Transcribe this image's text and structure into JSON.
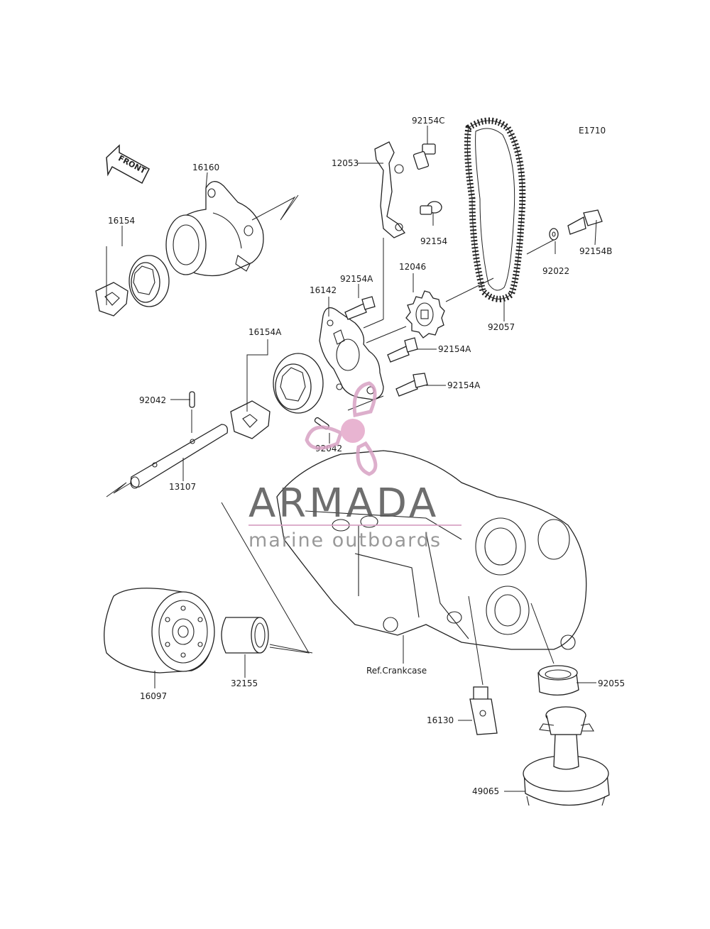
{
  "diagram": {
    "code": "E1710",
    "front_label": "FRONT",
    "ref_label": "Ref.Crankcase",
    "parts": [
      {
        "id": "p16160",
        "label": "16160"
      },
      {
        "id": "p16154",
        "label": "16154"
      },
      {
        "id": "p12053",
        "label": "12053"
      },
      {
        "id": "p92154C",
        "label": "92154C"
      },
      {
        "id": "p92154",
        "label": "92154"
      },
      {
        "id": "p92154A_1",
        "label": "92154A"
      },
      {
        "id": "p12046",
        "label": "12046"
      },
      {
        "id": "p16142",
        "label": "16142"
      },
      {
        "id": "p92154A_2",
        "label": "92154A"
      },
      {
        "id": "p92154A_3",
        "label": "92154A"
      },
      {
        "id": "p92154B",
        "label": "92154B"
      },
      {
        "id": "p92022",
        "label": "92022"
      },
      {
        "id": "p92057",
        "label": "92057"
      },
      {
        "id": "p16154A",
        "label": "16154A"
      },
      {
        "id": "p92042_1",
        "label": "92042"
      },
      {
        "id": "p92042_2",
        "label": "92042"
      },
      {
        "id": "p13107",
        "label": "13107"
      },
      {
        "id": "p16097",
        "label": "16097"
      },
      {
        "id": "p32155",
        "label": "32155"
      },
      {
        "id": "p92055",
        "label": "92055"
      },
      {
        "id": "p16130",
        "label": "16130"
      },
      {
        "id": "p49065",
        "label": "49065"
      }
    ]
  },
  "watermark": {
    "title": "ARMADA",
    "subtitle": "marine outboards",
    "color": "#d8a2c4",
    "text_color": "#555555"
  }
}
